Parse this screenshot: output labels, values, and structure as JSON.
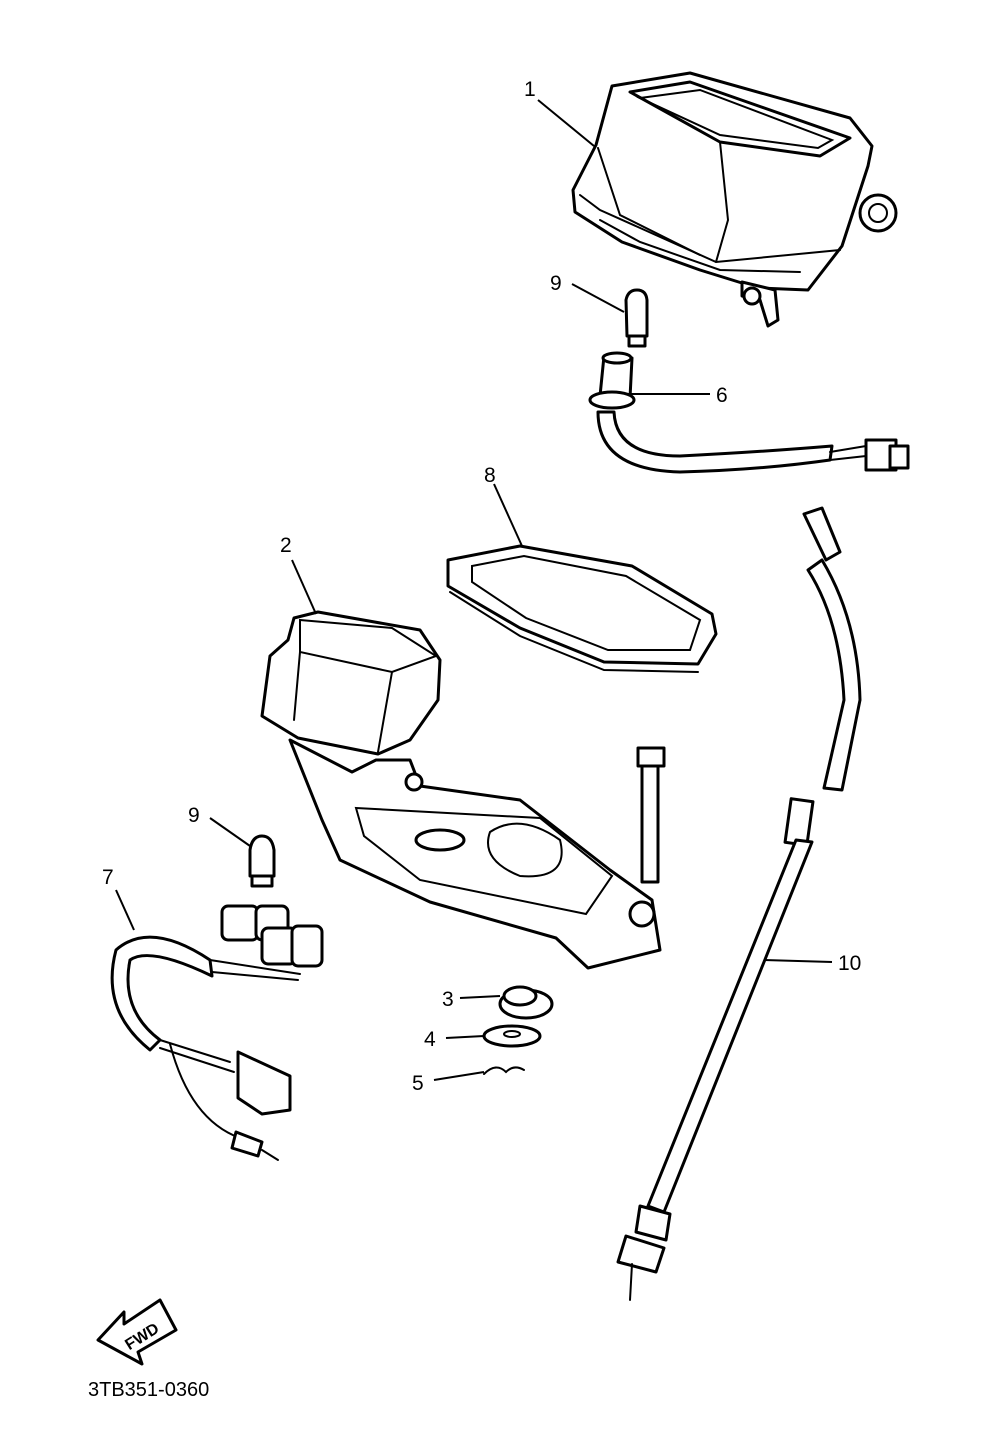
{
  "diagram": {
    "callouts": [
      "1",
      "2",
      "3",
      "4",
      "5",
      "6",
      "7",
      "8",
      "9",
      "9",
      "10"
    ],
    "direction_label": "FWD",
    "diagram_code": "3TB351-0360"
  }
}
